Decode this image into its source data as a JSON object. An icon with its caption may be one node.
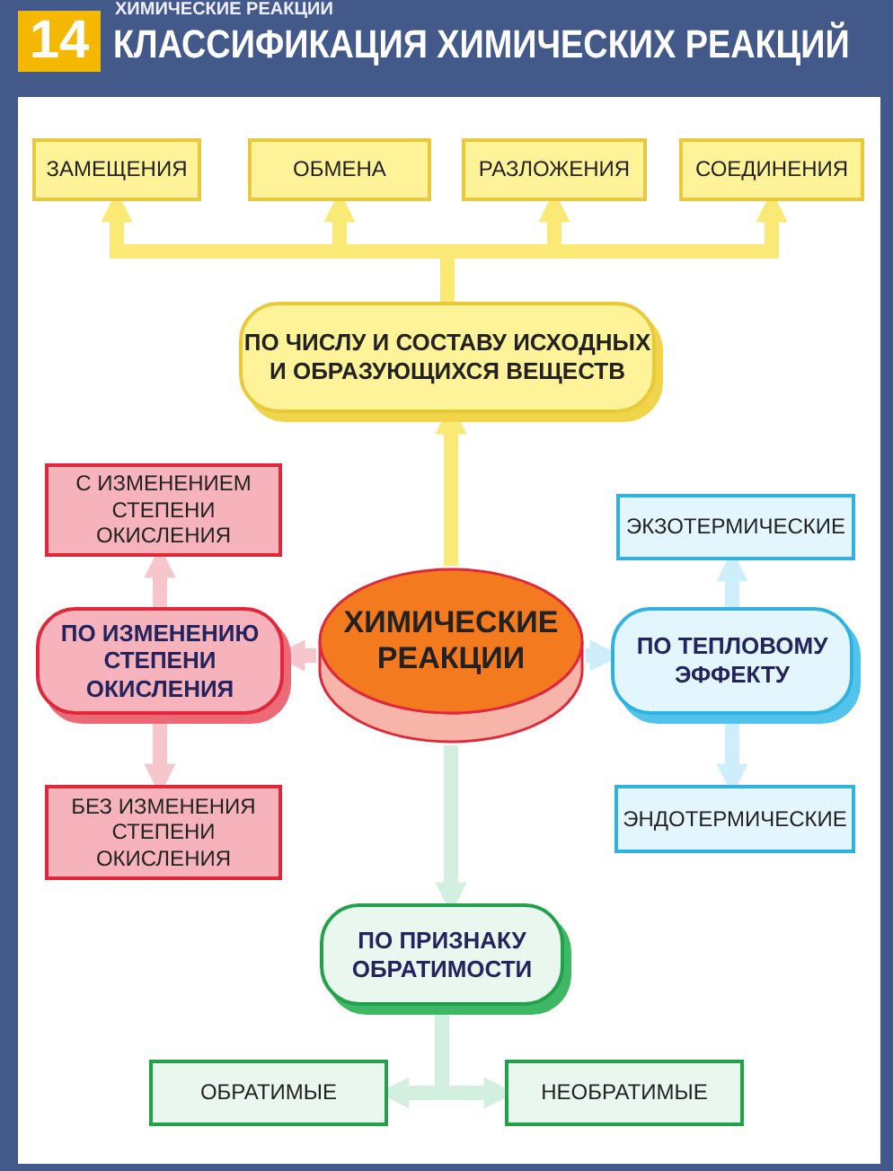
{
  "diagram": {
    "title": "КЛАССИФИКАЦИЯ ХИМИЧЕСКИХ РЕАКЦИЙ",
    "nodes": [
      {
        "text": [
          "ХИМИЧЕСКИЕ РЕАКЦИИ"
        ]
      },
      {
        "text": [
          "ЗАМЕЩЕНИЯ"
        ]
      },
      {
        "text": [
          "ОБМЕНА"
        ]
      },
      {
        "text": [
          "РАЗЛОЖЕНИЯ"
        ]
      },
      {
        "text": [
          "СОЕДИНЕНИЯ"
        ]
      },
      {
        "text": [
          "ПО ЧИСЛУ И СОСТАВУ ИСХОДНЫХ И ОБРАЗУЮЩИХСЯ ВЕЩЕСТВ"
        ]
      },
      {
        "text": [
          "С ИЗМЕНЕНИЕМ СТЕПЕНИ ОКИСЛЕНИЯ"
        ]
      },
      {
        "text": [
          "ПО ИЗМЕНЕНИЮ СТЕПЕНИ ОКИСЛЕНИЯ"
        ]
      },
      {
        "text": [
          "БЕЗ ИЗМЕНЕНИЯ СТЕПЕНИ ОКИСЛЕНИЯ"
        ]
      },
      {
        "text": [
          "ЭКЗОТЕРМИЧЕСКИЕ"
        ]
      },
      {
        "text": [
          "ПО ТЕПЛОВОМУ ЭФФЕКТУ"
        ]
      },
      {
        "text": [
          "ЭНДОТЕРМИЧЕСКИЕ"
        ]
      },
      {
        "text": [
          "ПО ПРИЗНАКУ ОБРАТИМОСТИ"
        ]
      },
      {
        "text": [
          "ОБРАТИМЫЕ"
        ]
      },
      {
        "text": [
          "НЕОБРАТИМЫЕ"
        ]
      }
    ],
    "edges": [
      {
        "from": 0,
        "to": 5,
        "arrow": "to"
      },
      {
        "from": 5,
        "to": 1,
        "arrow": "to"
      },
      {
        "from": 5,
        "to": 2,
        "arrow": "to"
      },
      {
        "from": 5,
        "to": 3,
        "arrow": "to"
      },
      {
        "from": 5,
        "to": 4,
        "arrow": "to"
      },
      {
        "from": 0,
        "to": 7,
        "arrow": "to",
        "color": "#f5c6cc"
      },
      {
        "from": 7,
        "to": 6,
        "arrow": "to",
        "color": "#f5c6cc"
      },
      {
        "from": 7,
        "to": 8,
        "arrow": "to",
        "color": "#f5c6cc"
      },
      {
        "from": 0,
        "to": 10,
        "arrow": "to",
        "color": "#cdeefa"
      },
      {
        "from": 10,
        "to": 9,
        "arrow": "to",
        "color": "#cdeefa"
      },
      {
        "from": 10,
        "to": 11,
        "arrow": "to",
        "color": "#cdeefa"
      },
      {
        "from": 0,
        "to": 12,
        "arrow": "to",
        "color": "#d3efdf"
      },
      {
        "from": 12,
        "to": 13,
        "arrow": "to",
        "color": "#d3efdf"
      },
      {
        "from": 12,
        "to": 14,
        "arrow": "to",
        "color": "#d3efdf"
      }
    ],
    "labels": [
      "14",
      "ХИМИЧЕСКИЕ РЕАКЦИИ"
    ]
  }
}
